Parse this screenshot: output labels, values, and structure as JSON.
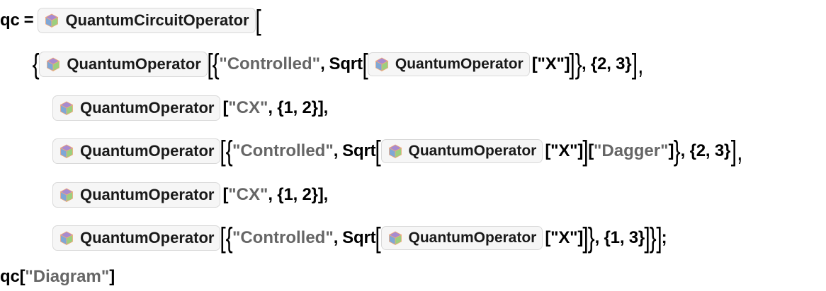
{
  "code": {
    "line1": {
      "lhs": "qc",
      "eq": "=",
      "head": "QuantumCircuitOperator",
      "open": "["
    },
    "line2": {
      "open_list": "{",
      "head": "QuantumOperator",
      "open": "[",
      "open_list2": "{",
      "str1": "\"Controlled\"",
      "sep1": ",",
      "fn": "Sqrt",
      "fn_open": "[",
      "inner_head": "QuantumOperator",
      "inner_arg": "[\"X\"]",
      "close": "]",
      "close_list": "}",
      "rest": ", {2, 3}",
      "end": "],"
    },
    "line3": {
      "head": "QuantumOperator",
      "arg_open": "[",
      "str": "\"CX\"",
      "rest": ", {1, 2}],"
    },
    "line4": {
      "head": "QuantumOperator",
      "open": "[",
      "open_list": "{",
      "str1": "\"Controlled\"",
      "sep1": ",",
      "fn": "Sqrt",
      "fn_open": "[",
      "inner_head": "QuantumOperator",
      "inner_arg": "[\"X\"]",
      "close": "]",
      "dagger_open": "[",
      "dagger": "\"Dagger\"",
      "dagger_close": "]",
      "close_list": "}",
      "rest": ", {2, 3}",
      "end": "],"
    },
    "line5": {
      "head": "QuantumOperator",
      "arg_open": "[",
      "str": "\"CX\"",
      "rest": ", {1, 2}],"
    },
    "line6": {
      "head": "QuantumOperator",
      "open": "[",
      "open_list": "{",
      "str1": "\"Controlled\"",
      "sep1": ",",
      "fn": "Sqrt",
      "fn_open": "[",
      "inner_head": "QuantumOperator",
      "inner_arg": "[\"X\"]",
      "close": "]",
      "close_list": "}",
      "rest": ", {1, 3}",
      "end_bracket": "]",
      "end_list": "}",
      "end_bracket2": "]",
      "semi": ";"
    },
    "line7": {
      "lhs": "qc[",
      "str": "\"Diagram\"",
      "close": "]"
    }
  },
  "icon": {
    "name": "cube-icon",
    "colors": {
      "top": "#a78bd0",
      "left": "#7fa7d6",
      "right": "#9ccf7e",
      "edge": "#f2a77a"
    }
  }
}
